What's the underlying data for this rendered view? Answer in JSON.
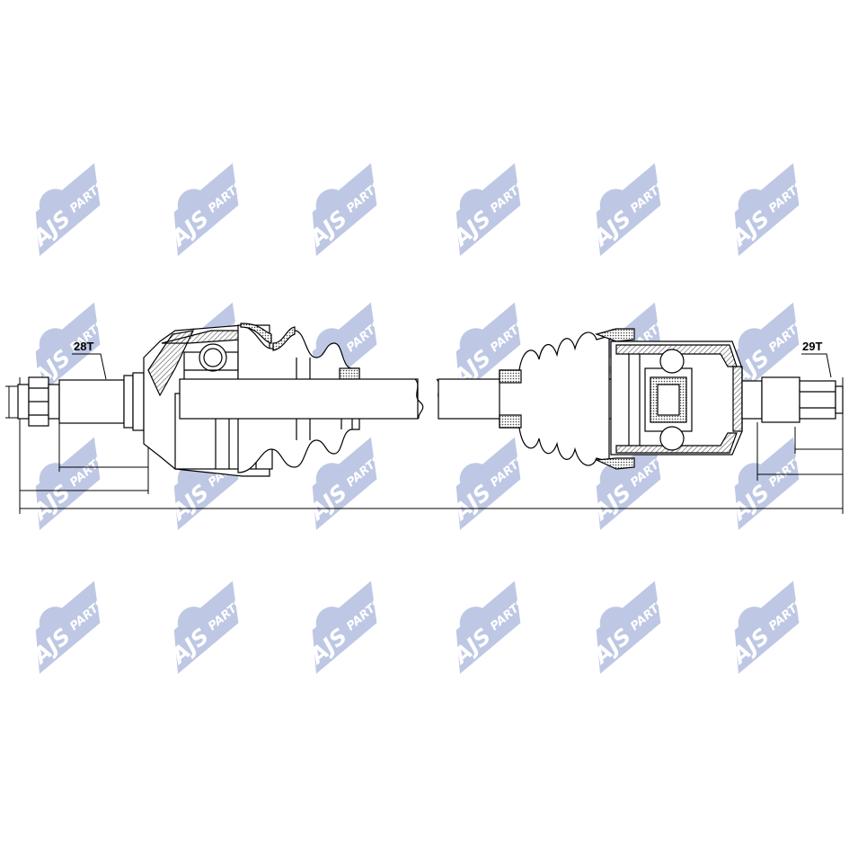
{
  "labels": {
    "left_spline": "28T",
    "right_spline": "29T"
  },
  "watermark": {
    "brand": "AJS",
    "sub": "PARTS",
    "color": "#b3bfe0"
  },
  "colors": {
    "line": "#000000",
    "boot_fill": "#cccccc",
    "hatch": "#555555"
  }
}
